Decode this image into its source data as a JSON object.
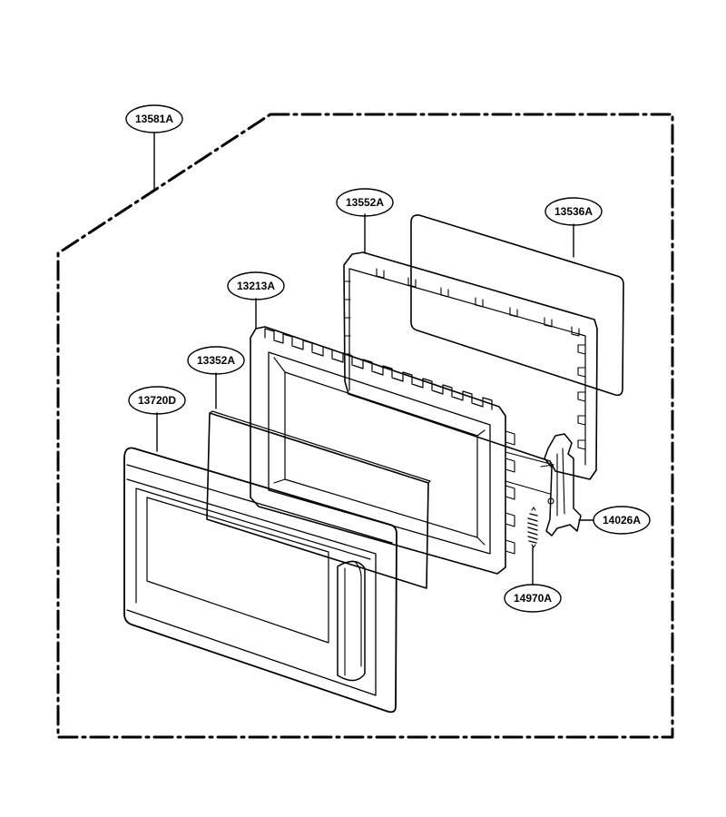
{
  "parts": {
    "assembly": "13581A",
    "choke_frame": "13552A",
    "sheet": "13536A",
    "door_frame": "13213A",
    "screen": "13352A",
    "door_cover": "13720D",
    "latch_hook": "14026A",
    "spring": "14970A"
  }
}
